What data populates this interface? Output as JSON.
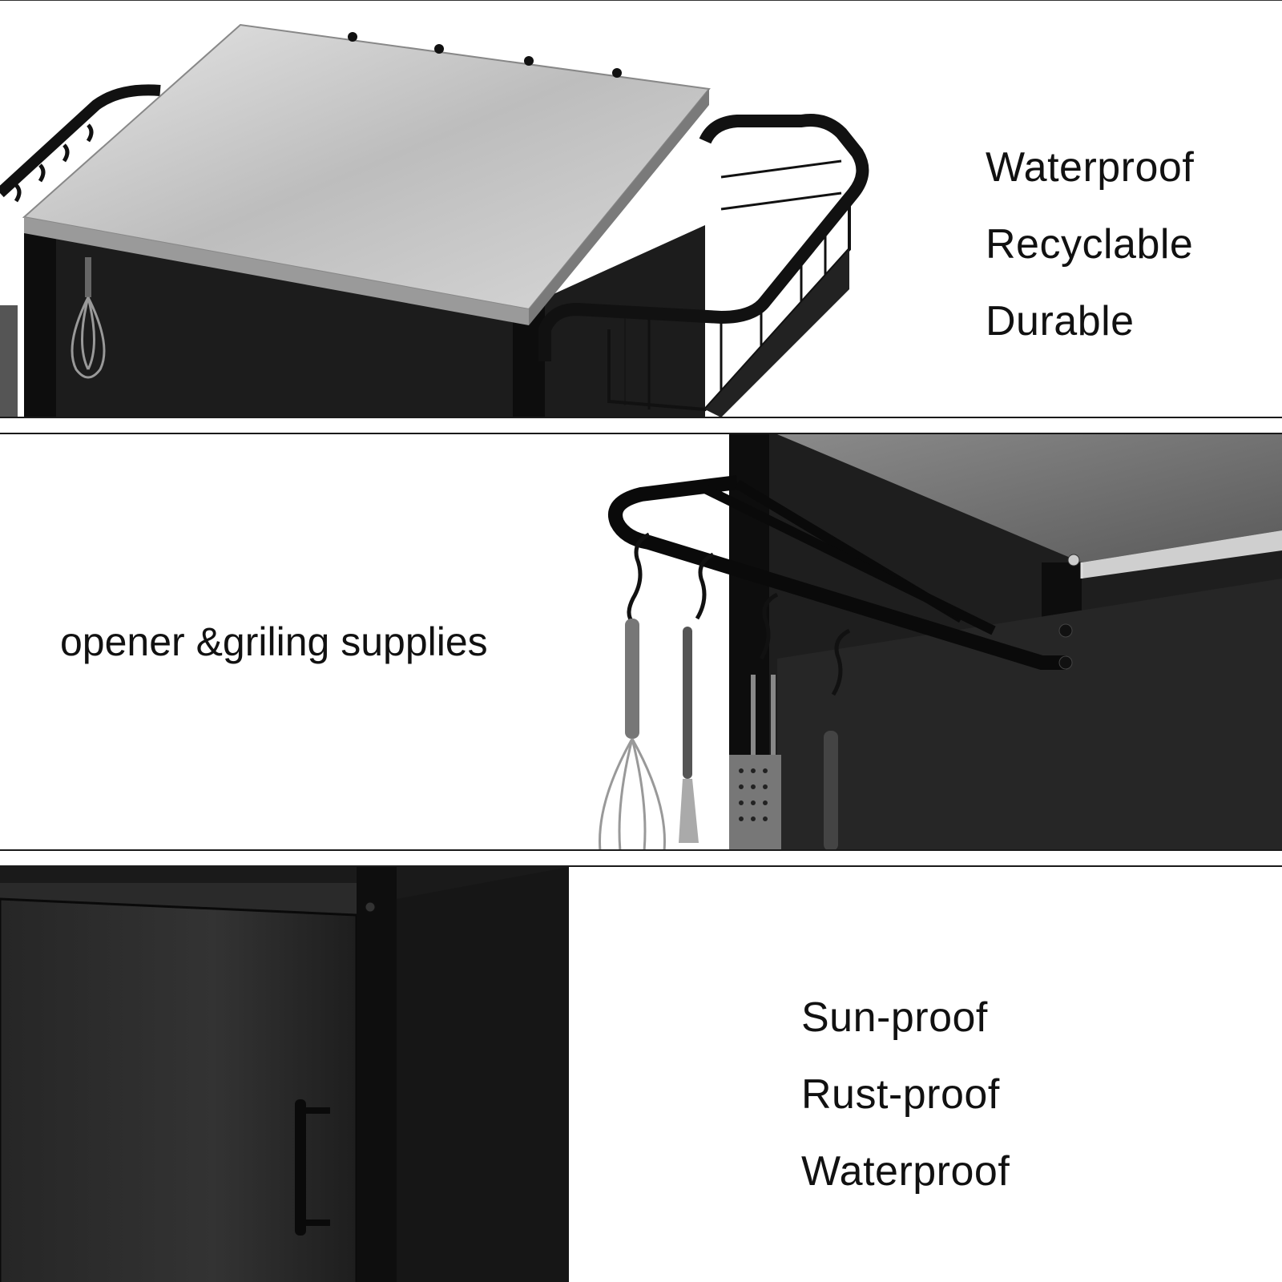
{
  "panels": [
    {
      "features": [
        "Waterproof",
        "Recyclable",
        "Durable"
      ]
    },
    {
      "caption": "opener &griling supplies"
    },
    {
      "features": [
        "Sun-proof",
        "Rust-proof",
        "Waterproof"
      ]
    }
  ],
  "colors": {
    "frame": "#111111",
    "steel": "#c8c8c8",
    "cabinet": "#1c1c1c",
    "background": "#ffffff"
  },
  "icons": [
    "whisk-icon",
    "grater-icon",
    "s-hook-icon",
    "cabinet-handle-icon"
  ]
}
